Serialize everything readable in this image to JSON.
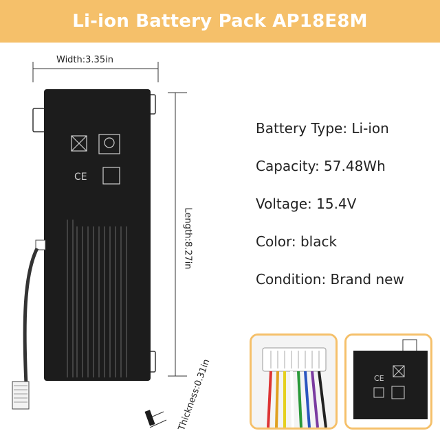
{
  "banner": {
    "title": "Li-ion Battery Pack AP18E8M"
  },
  "dimensions": {
    "width": "Width:3.35in",
    "length": "Length:8.27in",
    "thickness": "Thickness:0.31in"
  },
  "specs": [
    "Battery Type: Li-ion",
    "Capacity: 57.48Wh",
    "Voltage: 15.4V",
    "Color: black",
    "Condition: Brand new"
  ],
  "colors": {
    "accent": "#f5c06a",
    "battery": "#1c1c1c"
  }
}
